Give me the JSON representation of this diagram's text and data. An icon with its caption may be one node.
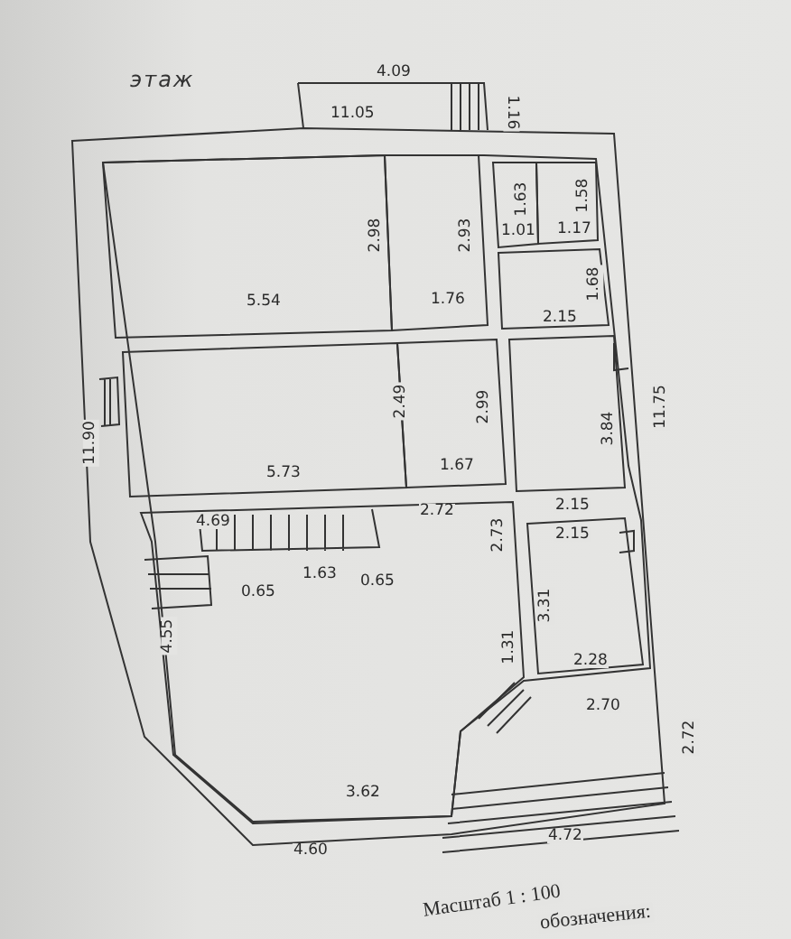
{
  "diagram": {
    "title": "этаж",
    "labels": [
      "4.09",
      "11.05",
      "1.16",
      "1.63",
      "1.58",
      "2.98",
      "2.93",
      "1.01",
      "1.17",
      "1.68",
      "5.54",
      "1.76",
      "2.15",
      "11.90",
      "2.49",
      "2.99",
      "3.84",
      "11.75",
      "5.73",
      "1.67",
      "2.72",
      "2.15",
      "2.15",
      "4.69",
      "2.73",
      "0.65",
      "1.63",
      "0.65",
      "3.31",
      "4.55",
      "1.31",
      "2.28",
      "2.70",
      "2.72",
      "3.62",
      "4.60",
      "4.72",
      "Масштаб 1 : 100",
      "обозначения:"
    ]
  }
}
